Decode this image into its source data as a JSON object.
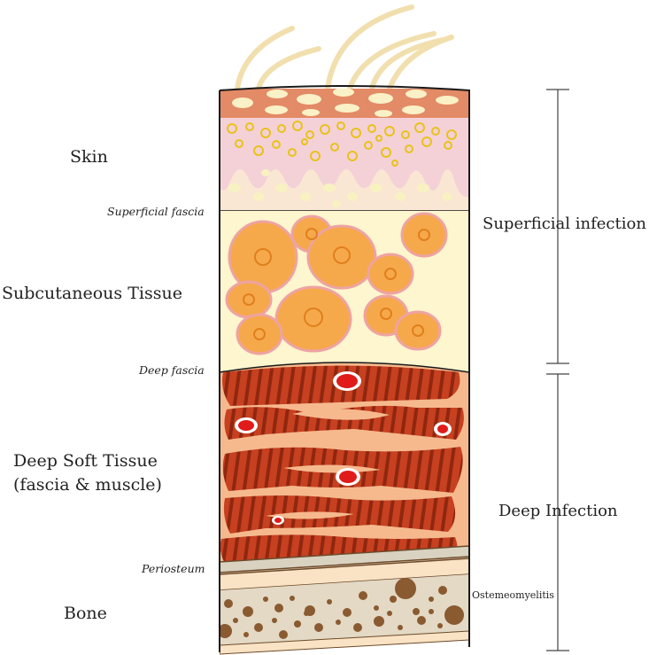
{
  "layers": {
    "skin": "Skin",
    "subcutaneous": "Subcutaneous Tissue",
    "deep_soft_line1": "Deep Soft Tissue",
    "deep_soft_line2": "(fascia & muscle)",
    "bone": "Bone"
  },
  "boundaries": {
    "superficial_fascia": "Superficial fascia",
    "deep_fascia": "Deep fascia",
    "periosteum": "Periosteum"
  },
  "infection_ranges": {
    "superficial": "Superficial infection",
    "deep": "Deep Infection"
  },
  "bone_annotation": "Ostemeomyelitis",
  "colors": {
    "epidermis": "#e38a67",
    "dermis": "#f9e7d3",
    "dermal_pink": "#f4d1d7",
    "fat_bg": "#fdf6cf",
    "fat_cell": "#f6a94a",
    "fat_rim": "#eea3a3",
    "muscle": "#c7401f",
    "muscle_stripe": "#8f2710",
    "muscle_gap": "#f6b98e",
    "pus": "#e11a1a",
    "periosteum": "#d9d2c1",
    "bone": "#e3d9c5",
    "bone_spot": "#8a5a30",
    "hair": "#f1dfae",
    "bracket": "#444444"
  }
}
